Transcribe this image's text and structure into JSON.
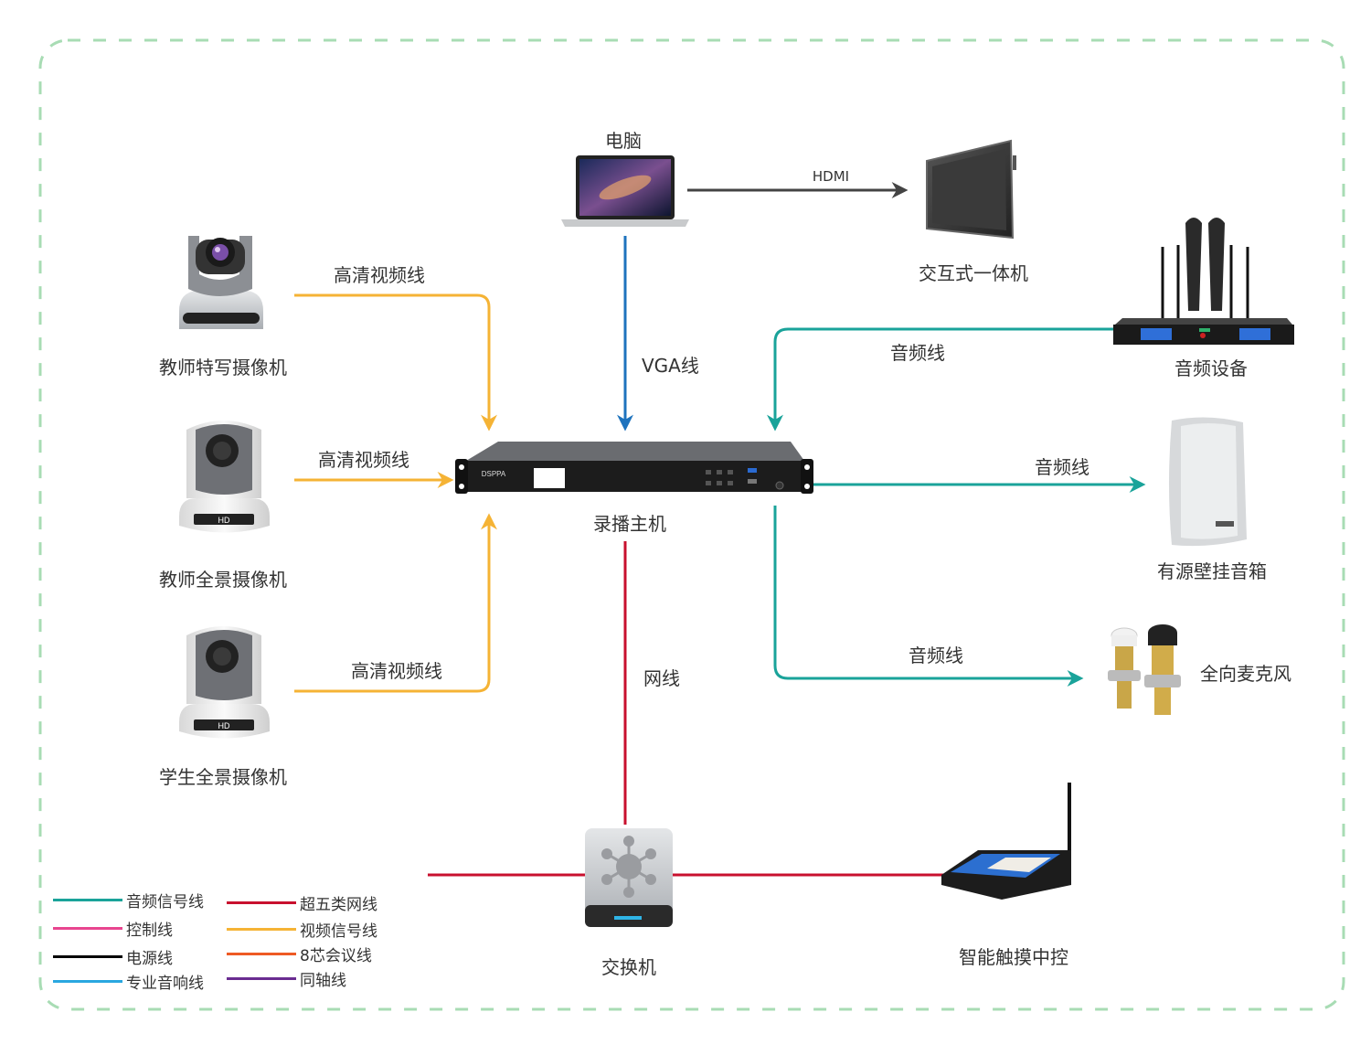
{
  "devices": {
    "computer": "电脑",
    "interactive_display": "交互式一体机",
    "teacher_closeup_camera": "教师特写摄像机",
    "teacher_panorama_camera": "教师全景摄像机",
    "student_panorama_camera": "学生全景摄像机",
    "recorder_host": "录播主机",
    "audio_device": "音频设备",
    "active_wall_speaker": "有源壁挂音箱",
    "omni_microphone": "全向麦克风",
    "switch": "交换机",
    "smart_touch_controller": "智能触摸中控"
  },
  "connections": {
    "hdmi": "HDMI",
    "vga": "VGA线",
    "hd_video_1": "高清视频线",
    "hd_video_2": "高清视频线",
    "hd_video_3": "高清视频线",
    "audio_in": "音频线",
    "audio_speaker": "音频线",
    "audio_mic": "音频线",
    "network": "网线"
  },
  "recorder_brand": "DSPPA",
  "legend": [
    {
      "label": "音频信号线",
      "color": "#1aa39a"
    },
    {
      "label": "控制线",
      "color": "#e8458f"
    },
    {
      "label": "电源线",
      "color": "#000000"
    },
    {
      "label": "专业音响线",
      "color": "#2aa7e0"
    },
    {
      "label": "超五类网线",
      "color": "#c8102e"
    },
    {
      "label": "视频信号线",
      "color": "#f5b335"
    },
    {
      "label": "8芯会议线",
      "color": "#ee5a24"
    },
    {
      "label": "同轴线",
      "color": "#6a2c91"
    }
  ],
  "colors": {
    "border": "#a8dcb4",
    "audio": "#1aa39a",
    "video": "#f5b335",
    "vga": "#1e73be",
    "network": "#c8102e",
    "hdmi": "#444444"
  }
}
